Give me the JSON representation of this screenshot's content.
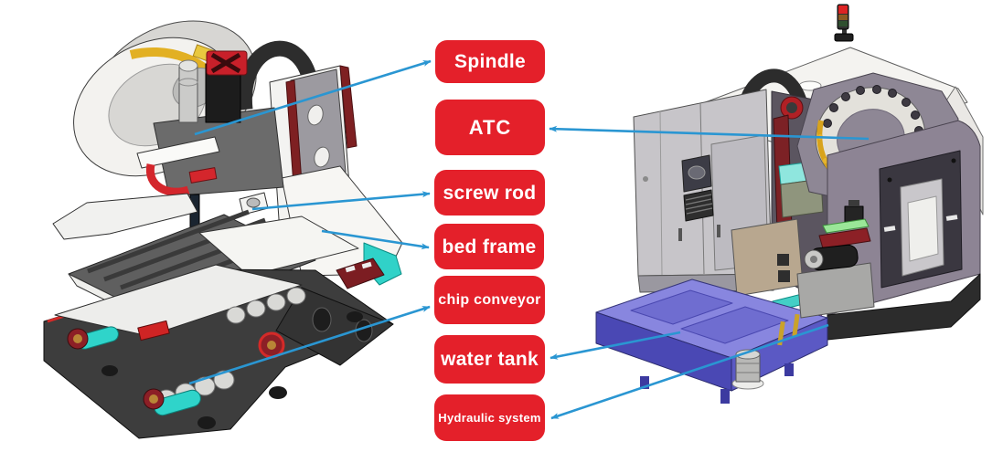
{
  "diagram": {
    "kind": "machine-parts-callout-diagram",
    "background": "#ffffff",
    "colors": {
      "label_bg": "#e4202a",
      "label_text": "#ffffff",
      "arrow": "#2a96d2"
    },
    "labels": [
      {
        "id": "spindle",
        "text": "Spindle"
      },
      {
        "id": "atc",
        "text": "ATC"
      },
      {
        "id": "screw-rod",
        "text": "screw rod"
      },
      {
        "id": "bed-frame",
        "text": "bed frame"
      },
      {
        "id": "chip-conveyor",
        "text": "chip conveyor"
      },
      {
        "id": "water-tank",
        "text": "water tank"
      },
      {
        "id": "hydraulic-system",
        "text": "Hydraulic system"
      }
    ],
    "callouts": [
      {
        "label": "Spindle",
        "points_to": "left-machine"
      },
      {
        "label": "ATC",
        "points_to": "right-machine"
      },
      {
        "label": "screw rod",
        "points_to": "left-machine"
      },
      {
        "label": "bed frame",
        "points_to": "left-machine"
      },
      {
        "label": "chip conveyor",
        "points_to": "left-machine"
      },
      {
        "label": "water tank",
        "points_to": "right-machine"
      },
      {
        "label": "Hydraulic system",
        "points_to": "right-machine"
      }
    ],
    "machines": [
      {
        "id": "left-machine",
        "style": "uncovered CAD view"
      },
      {
        "id": "right-machine",
        "style": "enclosed CAD view"
      }
    ]
  }
}
